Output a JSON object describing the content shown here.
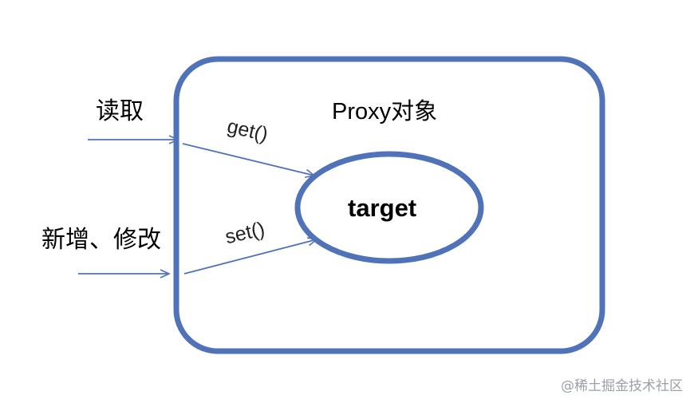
{
  "diagram": {
    "container_label": "Proxy对象",
    "target_label": "target",
    "inputs": [
      {
        "label": "读取",
        "method": "get()"
      },
      {
        "label": "新增、修改",
        "method": "set()"
      }
    ],
    "colors": {
      "border": "#4f72b8",
      "arrow": "#4f72b8",
      "text": "#000000"
    }
  },
  "watermark": "@稀土掘金技术社区"
}
